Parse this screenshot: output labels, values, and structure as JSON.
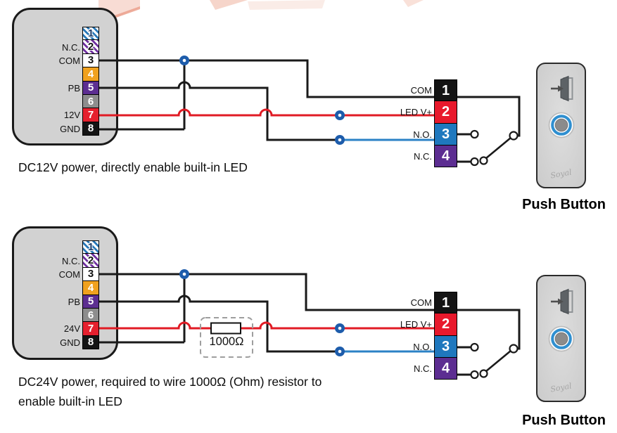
{
  "page": {
    "background": "#ffffff"
  },
  "colors": {
    "wire_black": "#1a1a1a",
    "wire_red": "#e11b24",
    "wire_blue": "#2b82c6",
    "junction_dot_blue": "#1d5cab",
    "terminal_stripe_blue": "#2878b8",
    "terminal_stripe_purple": "#7030a0",
    "terminal_orange": "#f0a11e",
    "terminal_purple": "#5c2e91",
    "terminal_gray": "#8d8d8d",
    "terminal_red": "#e5202e",
    "terminal_black": "#141414",
    "pb_terminal_red": "#e8192c",
    "pb_terminal_blue": "#1f78be",
    "pb_terminal_purple": "#5c2d91",
    "device_gray": "#d2d2d2",
    "watermark_pink": "#f3c5b7"
  },
  "icons": {
    "push_button_face": "door-exit-icon",
    "wire_junction": "junction-dot-icon",
    "switch_symbol": "spdt-switch-symbol"
  },
  "diagrams": [
    {
      "caption_lines": [
        "DC12V power, directly enable built-in LED"
      ],
      "controller_terminals": [
        {
          "num": "1",
          "label": ""
        },
        {
          "num": "2",
          "label": "N.C."
        },
        {
          "num": "3",
          "label": "COM"
        },
        {
          "num": "4",
          "label": ""
        },
        {
          "num": "5",
          "label": "PB"
        },
        {
          "num": "6",
          "label": ""
        },
        {
          "num": "7",
          "label": "12V"
        },
        {
          "num": "8",
          "label": "GND"
        }
      ],
      "button_terminals": [
        {
          "num": "1",
          "label": "COM"
        },
        {
          "num": "2",
          "label": "LED V+"
        },
        {
          "num": "3",
          "label": "N.O."
        },
        {
          "num": "4",
          "label": "N.C."
        }
      ],
      "device_label": "Push Button",
      "brand_signature": "Soyal"
    },
    {
      "caption_lines": [
        "DC24V power, required to wire 1000Ω (Ohm) resistor to",
        "enable built-in LED"
      ],
      "resistor_label": "1000Ω",
      "controller_terminals": [
        {
          "num": "1",
          "label": ""
        },
        {
          "num": "2",
          "label": "N.C."
        },
        {
          "num": "3",
          "label": "COM"
        },
        {
          "num": "4",
          "label": ""
        },
        {
          "num": "5",
          "label": "PB"
        },
        {
          "num": "6",
          "label": ""
        },
        {
          "num": "7",
          "label": "24V"
        },
        {
          "num": "8",
          "label": "GND"
        }
      ],
      "button_terminals": [
        {
          "num": "1",
          "label": "COM"
        },
        {
          "num": "2",
          "label": "LED V+"
        },
        {
          "num": "3",
          "label": "N.O."
        },
        {
          "num": "4",
          "label": "N.C."
        }
      ],
      "device_label": "Push Button",
      "brand_signature": "Soyal"
    }
  ]
}
